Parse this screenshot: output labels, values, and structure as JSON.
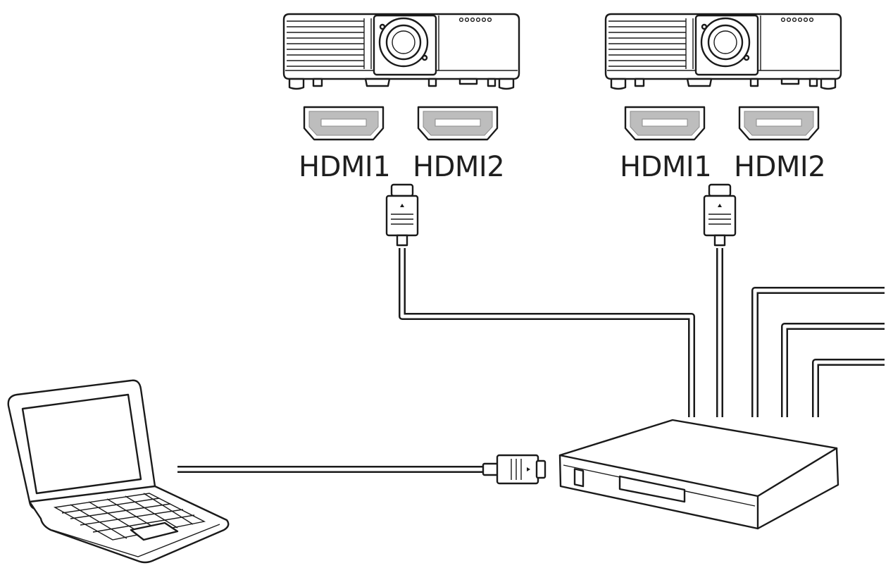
{
  "diagram": {
    "projectors": [
      {
        "ports": [
          {
            "label": "HDMI1"
          },
          {
            "label": "HDMI2"
          }
        ]
      },
      {
        "ports": [
          {
            "label": "HDMI1"
          },
          {
            "label": "HDMI2"
          }
        ]
      }
    ],
    "icons": {
      "projector": "projector-icon",
      "hdmi_port": "hdmi-port-icon",
      "hdmi_plug": "hdmi-plug-icon",
      "laptop": "laptop-icon",
      "distributor": "hdmi-splitter-icon"
    },
    "colors": {
      "line": "#1a1a1a",
      "port_fill": "#bdbdbd",
      "background": "#ffffff"
    }
  }
}
